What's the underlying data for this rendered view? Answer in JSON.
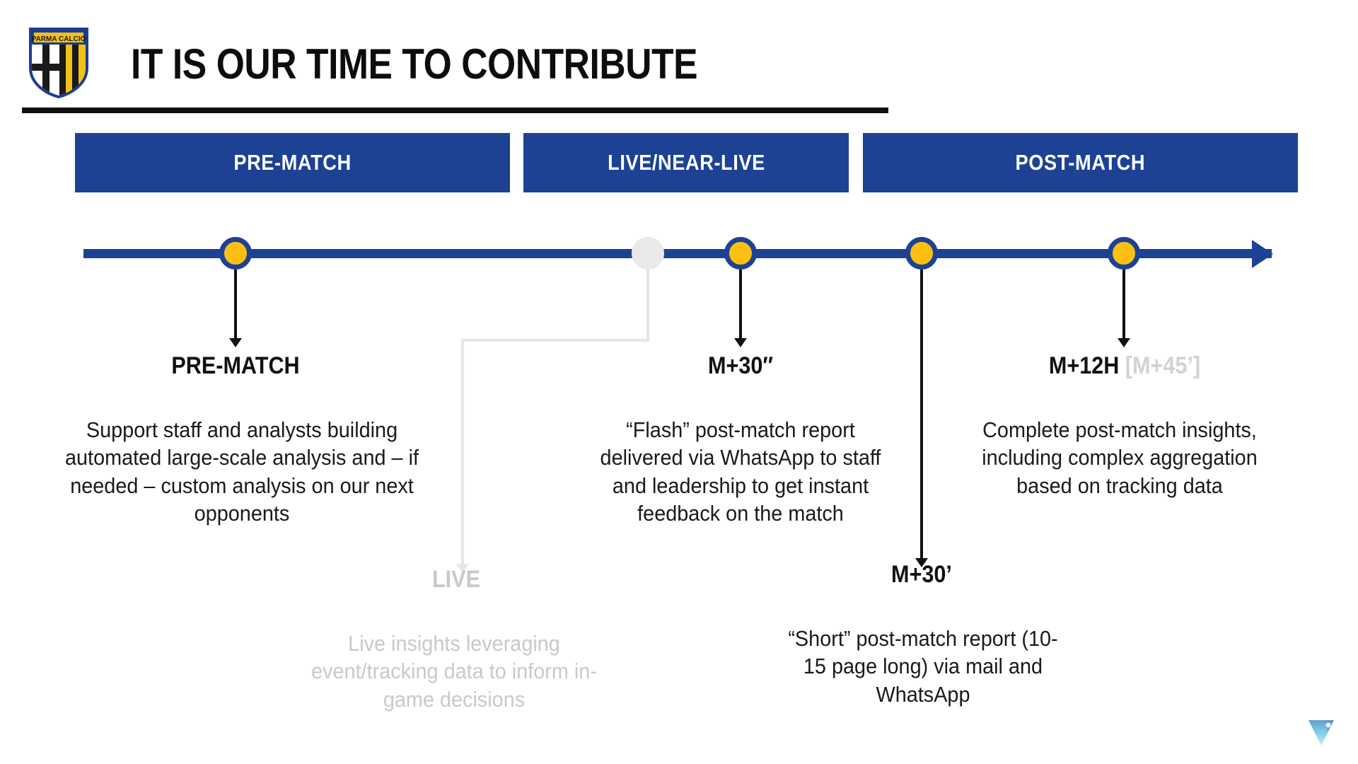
{
  "slide": {
    "title": "IT IS OUR TIME TO CONTRIBUTE",
    "logo_text": "PARMA CALCIO",
    "accent_blue": "#1d4293",
    "accent_yellow": "#fdc010",
    "muted_gray": "#c9c9c9",
    "background": "#ffffff"
  },
  "phases": [
    {
      "label": "PRE-MATCH"
    },
    {
      "label": "LIVE/NEAR-LIVE"
    },
    {
      "label": "POST-MATCH"
    }
  ],
  "timeline": {
    "nodes": [
      {
        "label": "PRE-MATCH",
        "label_suffix": "",
        "state": "active"
      },
      {
        "label": "LIVE",
        "label_suffix": "",
        "state": "faded"
      },
      {
        "label": "M+30″",
        "label_suffix": "",
        "state": "active"
      },
      {
        "label": "M+30’",
        "label_suffix": "",
        "state": "active"
      },
      {
        "label": "M+12H",
        "label_suffix": "[M+45’]",
        "state": "active"
      }
    ]
  },
  "items": [
    {
      "key": "pre-match",
      "label": "PRE-MATCH",
      "label_suffix": "",
      "body": "Support staff and analysts building automated large-scale analysis and – if needed – custom analysis on our next opponents",
      "state": "active"
    },
    {
      "key": "live",
      "label": "LIVE",
      "label_suffix": "",
      "body": "Live insights leveraging event/tracking data to inform in-game decisions",
      "state": "faded"
    },
    {
      "key": "m-plus-30-sec",
      "label": "M+30″",
      "label_suffix": "",
      "body": "“Flash” post-match report delivered via WhatsApp to staff and leadership to get instant feedback on the match",
      "state": "active"
    },
    {
      "key": "m-plus-30-min",
      "label": "M+30’",
      "label_suffix": "",
      "body": "“Short” post-match report (10-15 page long) via mail and WhatsApp",
      "state": "active"
    },
    {
      "key": "m-plus-12h",
      "label": "M+12H",
      "label_suffix": "[M+45’]",
      "body": "Complete post-match insights, including complex aggregation based on tracking data",
      "state": "active"
    }
  ],
  "watermark": {
    "name": "brand-watermark-logo"
  }
}
